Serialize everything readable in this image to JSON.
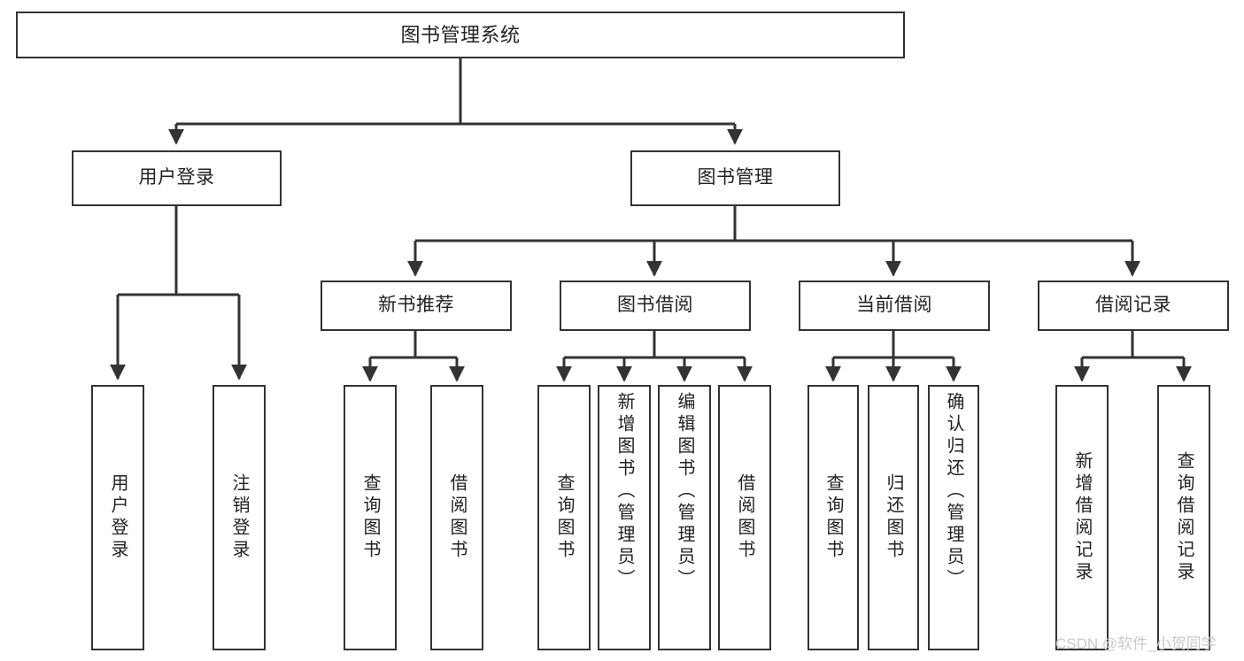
{
  "diagram": {
    "type": "tree",
    "title": "图书管理系统",
    "root": {
      "label": "图书管理系统"
    },
    "level2": [
      {
        "label": "用户登录"
      },
      {
        "label": "图书管理"
      }
    ],
    "level3": [
      {
        "label": "新书推荐"
      },
      {
        "label": "图书借阅"
      },
      {
        "label": "当前借阅"
      },
      {
        "label": "借阅记录"
      }
    ],
    "leaves": {
      "user_login": [
        {
          "label": "用户登录"
        },
        {
          "label": "注销登录"
        }
      ],
      "new_book_recommend": [
        {
          "label": "查询图书"
        },
        {
          "label": "借阅图书"
        }
      ],
      "book_borrow": [
        {
          "label": "查询图书"
        },
        {
          "label": "新增图书（管理员）"
        },
        {
          "label": "编辑图书（管理员）"
        },
        {
          "label": "借阅图书"
        }
      ],
      "current_borrow": [
        {
          "label": "查询图书"
        },
        {
          "label": "归还图书"
        },
        {
          "label": "确认归还（管理员）"
        }
      ],
      "borrow_record": [
        {
          "label": "新增借阅记录"
        },
        {
          "label": "查询借阅记录"
        }
      ]
    }
  },
  "watermark": {
    "text": "CSDN @软件_小贺同学"
  },
  "colors": {
    "box_border": "#333333",
    "text": "#222222",
    "background": "#ffffff",
    "watermark": "#c9c9c9"
  }
}
